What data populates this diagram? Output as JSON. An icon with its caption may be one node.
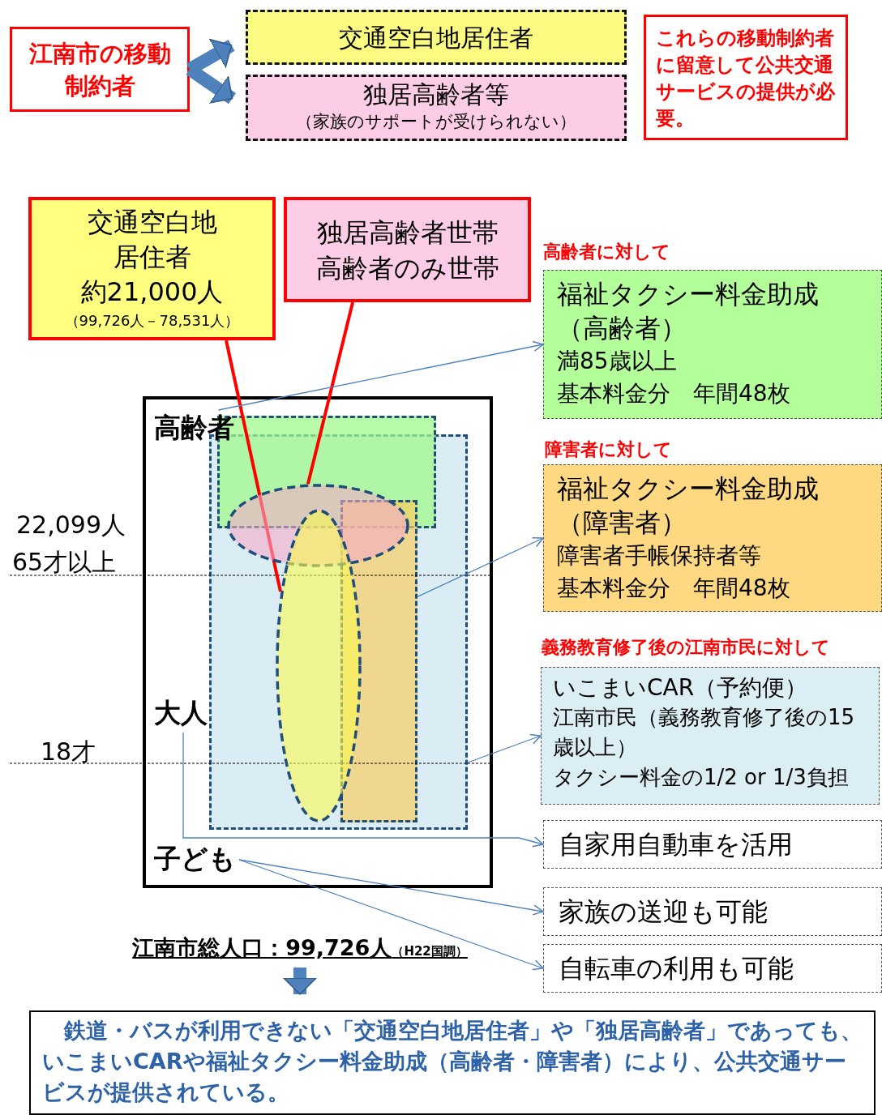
{
  "diagram": {
    "nodes": [
      {
        "text": [
          "江南市の移動制約者"
        ]
      },
      {
        "text": [
          "交通空白地居住者"
        ]
      },
      {
        "text": [
          "独居高齢者等",
          "（家族のサポートが受けられない）"
        ]
      },
      {
        "text": [
          "これらの移動制約者に留意して公共交通サービスの提供が必要。"
        ]
      },
      {
        "text": [
          "交通空白地居住者",
          "約21,000人",
          "（99,726人－78,531人）"
        ]
      },
      {
        "text": [
          "独居高齢者世帯",
          "高齢者のみ世帯"
        ]
      },
      {
        "text": [],
        "shape": "box"
      },
      {
        "text": [
          "高齢者"
        ],
        "in": 6
      },
      {
        "text": [],
        "shape": "box",
        "in": 6
      },
      {
        "text": [],
        "shape": "box",
        "in": 6
      },
      {
        "text": [],
        "shape": "ellipse",
        "in": 9
      },
      {
        "text": [],
        "shape": "ellipse",
        "in": 9
      },
      {
        "text": [],
        "shape": "box",
        "in": 9
      },
      {
        "text": [
          "大人"
        ],
        "in": 6
      },
      {
        "text": [
          "子ども"
        ],
        "in": 6
      },
      {
        "text": [
          "福祉タクシー料金助成（高齢者）",
          "満85歳以上",
          "基本料金分　年間48枚"
        ],
        "beside": [
          "高齢者に対して"
        ]
      },
      {
        "text": [
          "福祉タクシー料金助成（障害者）",
          "障害者手帳保持者等",
          "基本料金分　年間48枚"
        ],
        "beside": [
          "障害者に対して"
        ]
      },
      {
        "text": [
          "いこまいCAR（予約便）",
          "江南市民（義務教育修了後の15歳以上）",
          "タクシー料金の1/2 or 1/3負担"
        ],
        "beside": [
          "義務教育修了後の江南市民に対して"
        ]
      },
      {
        "text": [
          "自家用自動車を活用"
        ]
      },
      {
        "text": [
          "家族の送迎も可能"
        ]
      },
      {
        "text": [
          "自転車の利用も可能"
        ]
      },
      {
        "text": [
          "江南市総人口：99,726人",
          "（H22国調）"
        ]
      },
      {
        "text": [
          "鉄道・バスが利用できない「交通空白地居住者」や「独居高齢者」であっても、いこまいCARや福祉タクシー料金助成（高齢者・障害者）により、公共交通サービスが提供されている。"
        ]
      }
    ],
    "edges": [
      {
        "from": 0,
        "to": 1,
        "arrow": "to",
        "style": "thick"
      },
      {
        "from": 0,
        "to": 2,
        "arrow": "to",
        "style": "thick"
      },
      {
        "from": 4,
        "to": 11,
        "arrow": "none",
        "style": "thick",
        "color": "#ff0000"
      },
      {
        "from": 5,
        "to": 10,
        "arrow": "none",
        "style": "thick",
        "color": "#ff0000"
      },
      {
        "from": 7,
        "to": 15,
        "arrow": "to"
      },
      {
        "from": 12,
        "to": 16,
        "arrow": "to"
      },
      {
        "from": 9,
        "to": 17,
        "arrow": "to"
      },
      {
        "from": 13,
        "to": 18,
        "arrow": "to"
      },
      {
        "from": 14,
        "to": 19,
        "arrow": "to"
      },
      {
        "from": 14,
        "to": 20,
        "arrow": "to"
      },
      {
        "from": 21,
        "to": 22,
        "arrow": "to",
        "style": "thick"
      }
    ],
    "labels": [
      "22,099人",
      "65才以上",
      "18才"
    ]
  }
}
